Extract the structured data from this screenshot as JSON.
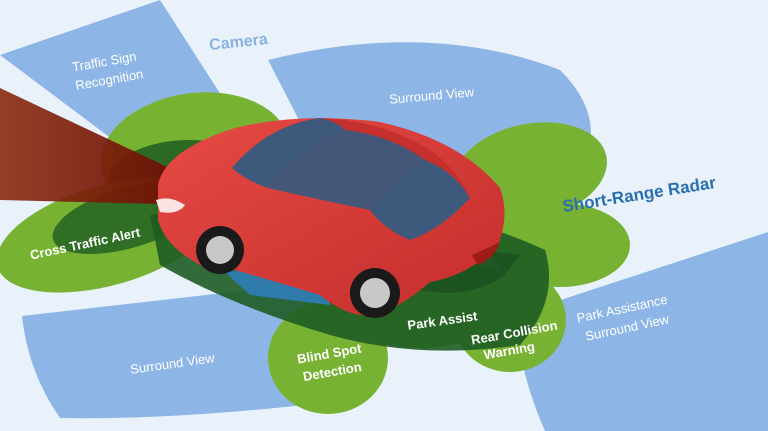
{
  "headings": {
    "camera": "Camera",
    "short_range_radar": "Short-Range Radar"
  },
  "labels": {
    "traffic_sign_line1": "Traffic Sign",
    "traffic_sign_line2": "Recognition",
    "surround_view_top": "Surround View",
    "cross_traffic_alert": "Cross Traffic Alert",
    "surround_view_bottom": "Surround View",
    "blind_spot_line1": "Blind Spot",
    "blind_spot_line2": "Detection",
    "park_assist": "Park Assist",
    "rear_collision_line1": "Rear Collision",
    "rear_collision_line2": "Warning",
    "park_assistance_line1": "Park Assistance",
    "park_assistance_line2": "Surround View"
  },
  "colors": {
    "background": "#e9f2fb",
    "camera_zone": "#8db6e6",
    "camera_heading": "#8ab2e0",
    "radar_heading": "#2a6fb0",
    "radar_zone_light": "#78b233",
    "radar_zone_dark": "#1e5c23",
    "long_range_beam": "#7a1a0c",
    "car_body": "#d63a36",
    "car_glass": "#3d5a7c"
  }
}
